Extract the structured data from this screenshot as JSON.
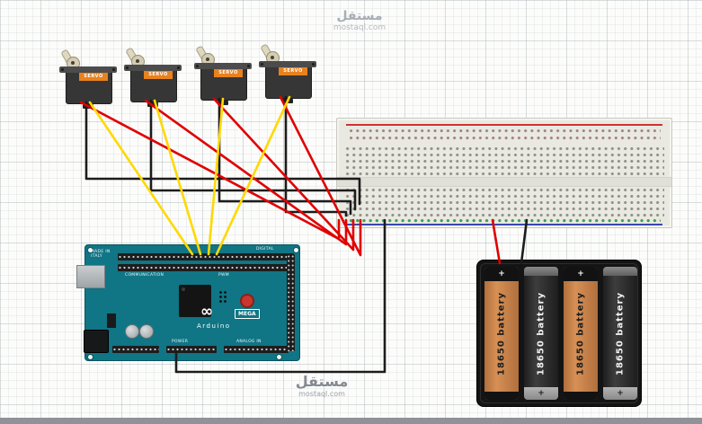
{
  "watermark_top": {
    "brand": "مستقل",
    "site": "mostaql.com"
  },
  "watermark_bottom": {
    "brand": "مستقل",
    "site": "mostaql.com"
  },
  "servo": {
    "label": "SERVO"
  },
  "arduino": {
    "made_in": "MADE IN ITALY",
    "label_communication": "COMMUNICATION",
    "label_pwm": "PWM",
    "label_digital": "DIGITAL",
    "label_power": "POWER",
    "label_analog": "ANALOG IN",
    "brand": "Arduino",
    "model": "MEGA",
    "logo": "∞"
  },
  "battery": {
    "label": "18650 battery",
    "plus": "+"
  },
  "colors": {
    "wire_red": "#e00000",
    "wire_yellow": "#ffd900",
    "wire_black": "#1c1c1c",
    "board_teal": "#107585",
    "servo_orange": "#e8821e",
    "battery_orange": "#cd8046",
    "rail_green": "#3f9f4f",
    "rail_red_line": "#cc3333",
    "rail_blue_line": "#3946b0"
  }
}
